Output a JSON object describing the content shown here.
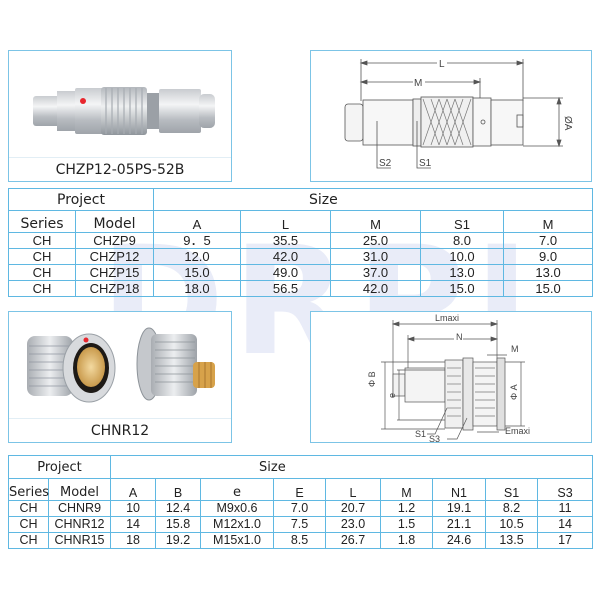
{
  "watermark": {
    "text": "DRPI",
    "color": "#e6e9f7"
  },
  "colors": {
    "border": "#5fb8e2",
    "box_border": "#7cc4e6",
    "marker_red": "#e8262d"
  },
  "plug_section": {
    "photo": {
      "caption": "CHZP12-05PS-52B",
      "icon": "connector-plug-photo"
    },
    "drawing": {
      "icon": "plug-dimension-drawing",
      "labels": {
        "L": "L",
        "M": "M",
        "A": "ØA",
        "S1": "S1",
        "S2": "S2"
      }
    },
    "table": {
      "project_label": "Project",
      "size_label": "Size",
      "columns": [
        "Series",
        "Model",
        "A",
        "L",
        "M",
        "S1",
        "M"
      ],
      "rows": [
        [
          "CH",
          "CHZP9",
          "9．5",
          "35.5",
          "25.0",
          "8.0",
          "7.0"
        ],
        [
          "CH",
          "CHZP12",
          "12.0",
          "42.0",
          "31.0",
          "10.0",
          "9.0"
        ],
        [
          "CH",
          "CHZP15",
          "15.0",
          "49.0",
          "37.0",
          "13.0",
          "13.0"
        ],
        [
          "CH",
          "CHZP18",
          "18.0",
          "56.5",
          "42.0",
          "15.0",
          "15.0"
        ]
      ]
    }
  },
  "socket_section": {
    "photo": {
      "caption": "CHNR12",
      "icon": "connector-socket-photo"
    },
    "drawing": {
      "icon": "socket-dimension-drawing",
      "labels": {
        "Lmaxi": "Lmaxi",
        "N": "N",
        "M": "M",
        "B": "Φ B",
        "e": "e",
        "A": "Φ A",
        "S1": "S1",
        "S3": "S3",
        "Emaxi": "Emaxi"
      }
    },
    "table": {
      "project_label": "Project",
      "size_label": "Size",
      "columns": [
        "Series",
        "Model",
        "A",
        "B",
        "e",
        "E",
        "L",
        "M",
        "N1",
        "S1",
        "S3"
      ],
      "rows": [
        [
          "CH",
          "CHNR9",
          "10",
          "12.4",
          "M9x0.6",
          "7.0",
          "20.7",
          "1.2",
          "19.1",
          "8.2",
          "11"
        ],
        [
          "CH",
          "CHNR12",
          "14",
          "15.8",
          "M12x1.0",
          "7.5",
          "23.0",
          "1.5",
          "21.1",
          "10.5",
          "14"
        ],
        [
          "CH",
          "CHNR15",
          "18",
          "19.2",
          "M15x1.0",
          "8.5",
          "26.7",
          "1.8",
          "24.6",
          "13.5",
          "17"
        ]
      ]
    }
  }
}
